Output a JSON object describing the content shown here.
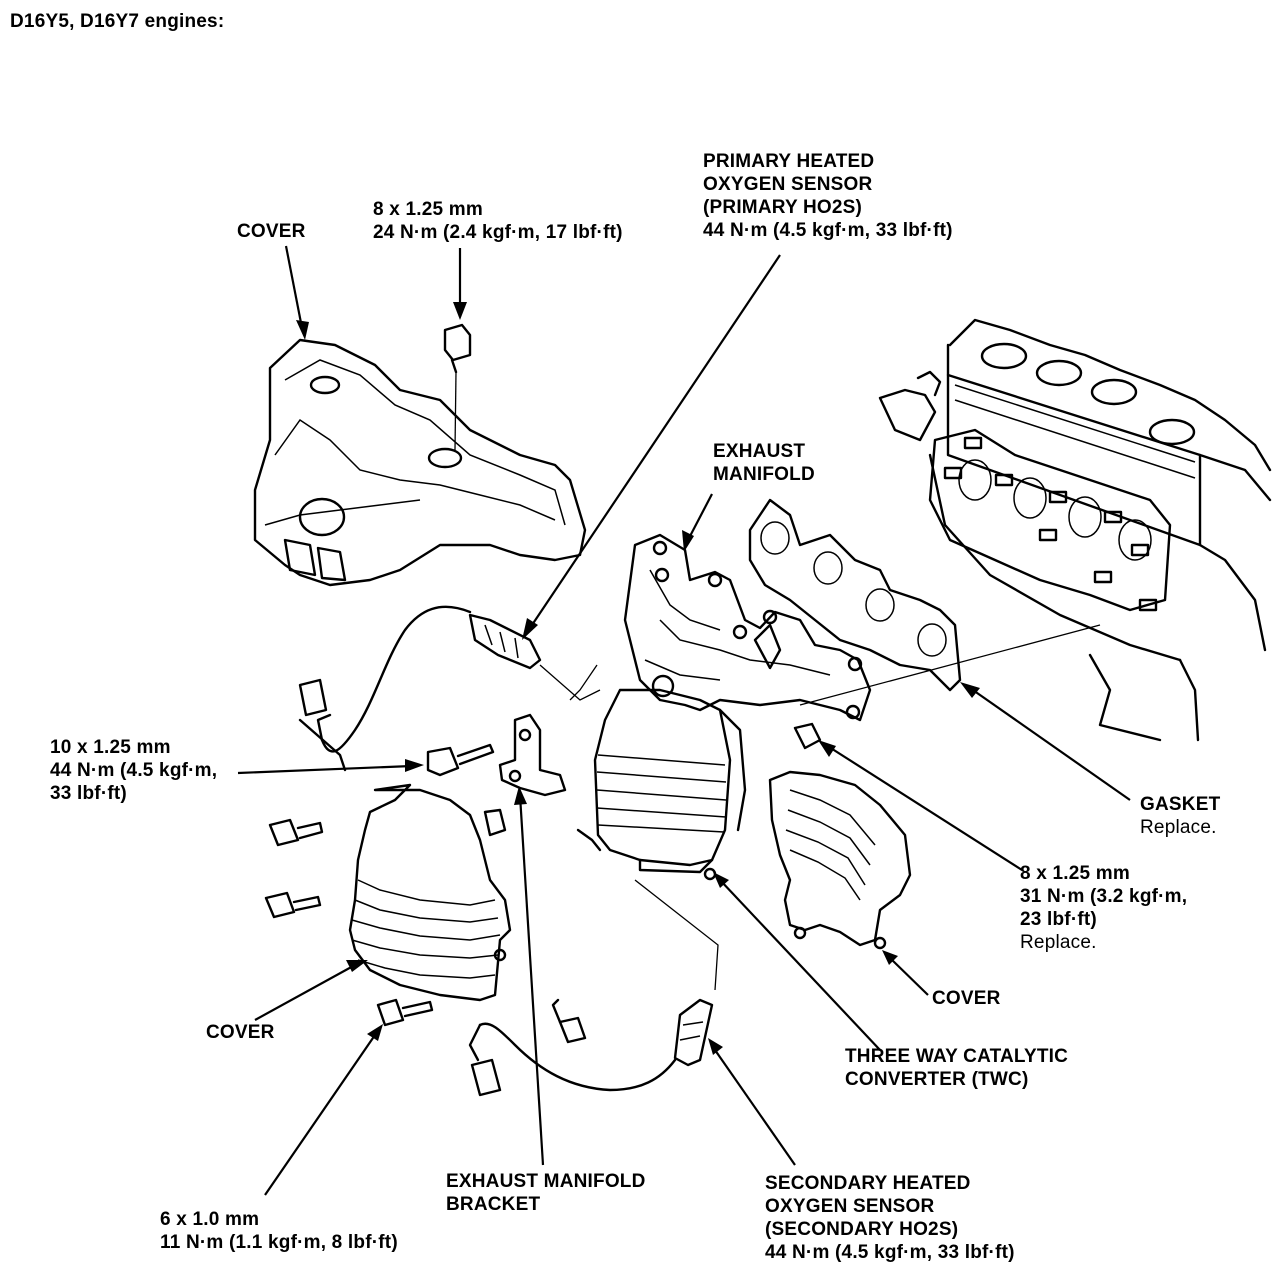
{
  "title": "D16Y5, D16Y7 engines:",
  "labels": {
    "cover_top": {
      "lines": [
        "COVER"
      ]
    },
    "bolt_top": {
      "lines": [
        "8 x 1.25 mm",
        "24 N·m (2.4 kgf·m, 17 lbf·ft)"
      ]
    },
    "primary_ho2s": {
      "lines": [
        "PRIMARY HEATED",
        "OXYGEN SENSOR",
        "(PRIMARY HO2S)",
        "44 N·m (4.5 kgf·m, 33 lbf·ft)"
      ]
    },
    "exhaust_manifold": {
      "lines": [
        "EXHAUST",
        "MANIFOLD"
      ]
    },
    "bolt_left": {
      "lines": [
        "10 x 1.25 mm",
        "44 N·m (4.5 kgf·m,",
        "33 lbf·ft)"
      ]
    },
    "gasket": {
      "lines": [
        "GASKET"
      ],
      "note": "Replace."
    },
    "nut_right": {
      "lines": [
        "8 x 1.25 mm",
        "31 N·m (3.2 kgf·m,",
        "23 lbf·ft)"
      ],
      "note": "Replace."
    },
    "cover_right": {
      "lines": [
        "COVER"
      ]
    },
    "cover_left": {
      "lines": [
        "COVER"
      ]
    },
    "twc": {
      "lines": [
        "THREE WAY CATALYTIC",
        "CONVERTER (TWC)"
      ]
    },
    "bracket": {
      "lines": [
        "EXHAUST MANIFOLD",
        "BRACKET"
      ]
    },
    "bolt_bottom": {
      "lines": [
        "6 x 1.0 mm",
        "11 N·m (1.1 kgf·m, 8 lbf·ft)"
      ]
    },
    "secondary_ho2s": {
      "lines": [
        "SECONDARY HEATED",
        "OXYGEN SENSOR",
        "(SECONDARY HO2S)",
        "44 N·m (4.5 kgf·m, 33 lbf·ft)"
      ]
    }
  }
}
